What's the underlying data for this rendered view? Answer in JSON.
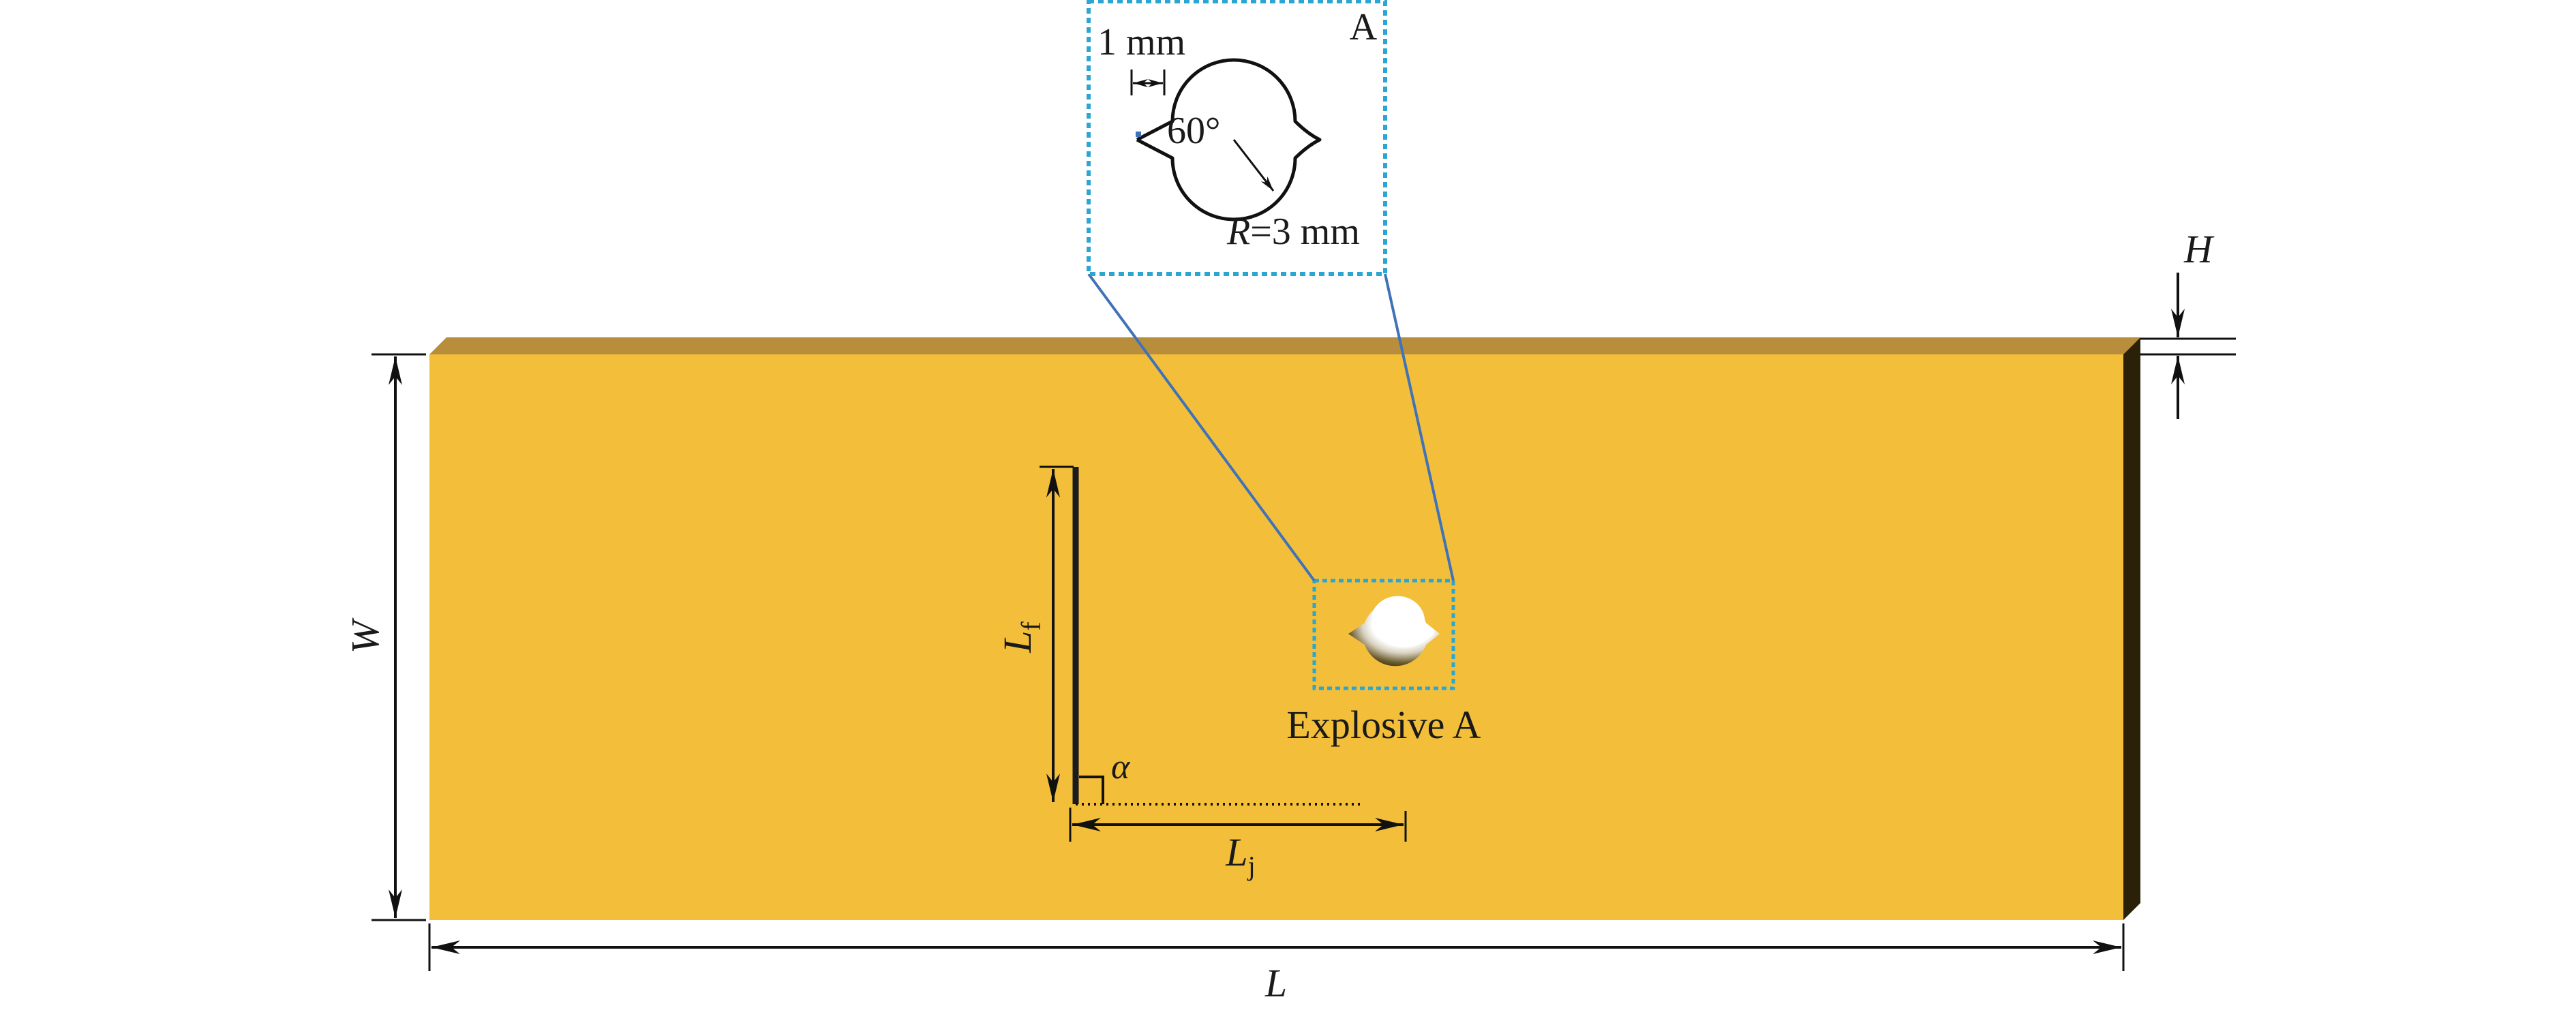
{
  "diagram": {
    "colors": {
      "plate_face": "#F3BF3A",
      "plate_top": "#B88E3C",
      "plate_side": "#2A2108",
      "dim_line": "#111111",
      "callout_box": "#2AA6D1",
      "leader_line": "#3F72B8"
    },
    "labels": {
      "length": "L",
      "width": "W",
      "thickness": "H",
      "crack_length_main": "L",
      "crack_length_sub": "f",
      "joint_length_main": "L",
      "joint_length_sub": "j",
      "angle": "α",
      "explosive": "Explosive A",
      "detail_id": "A",
      "gap_dim": "1 mm",
      "notch_angle": "60°",
      "radius_main": "R",
      "radius_rest": "=3 mm"
    },
    "icons": {
      "explosive_hole": "notched-borehole-icon"
    }
  }
}
